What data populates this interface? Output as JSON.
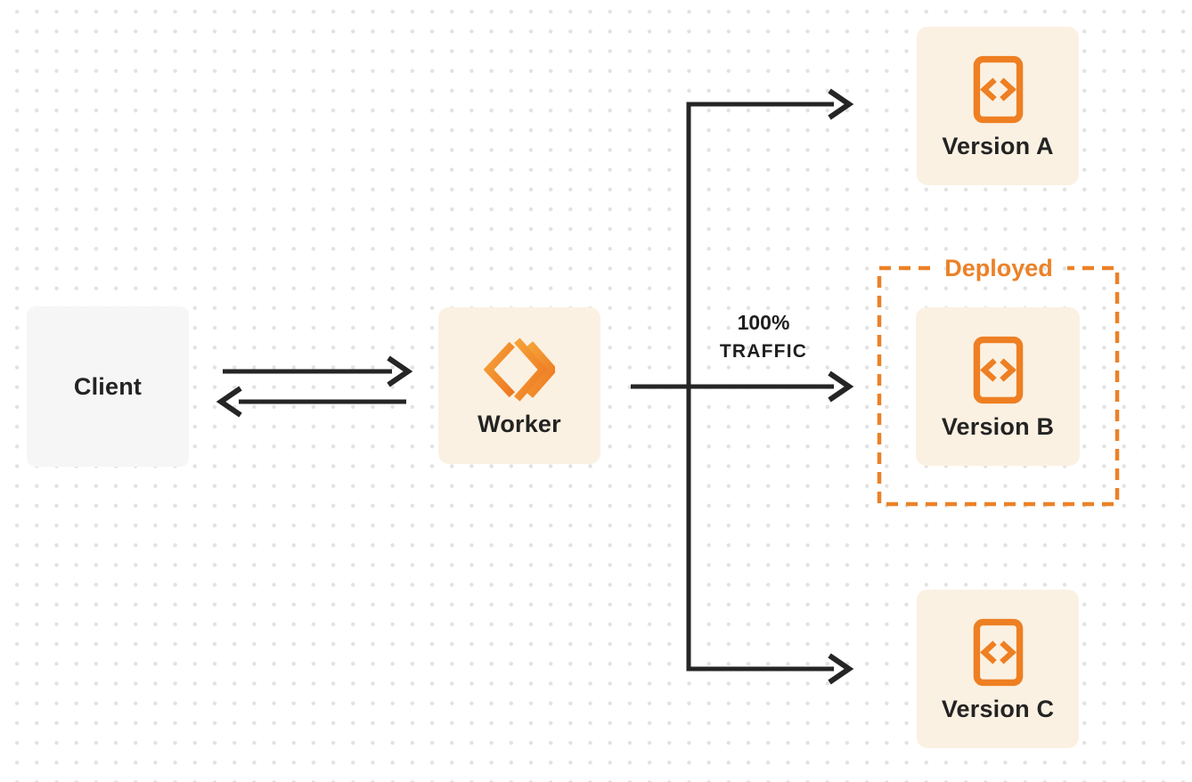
{
  "diagram": {
    "title_hint": "worker-traffic-routing-diagram",
    "client": {
      "label": "Client"
    },
    "worker": {
      "label": "Worker",
      "icon": "worker-chevrons-icon"
    },
    "versions": [
      {
        "label": "Version A",
        "icon": "code-document-icon"
      },
      {
        "label": "Version B",
        "icon": "code-document-icon",
        "deployed": true
      },
      {
        "label": "Version C",
        "icon": "code-document-icon"
      }
    ],
    "deployed_label": "Deployed",
    "traffic": {
      "line1": "100%",
      "line2": "TRAFFIC"
    },
    "colors": {
      "accent_orange": "#ec8127",
      "orange_gradient_light": "#f5a238",
      "orange_gradient_dark": "#ee7722",
      "node_cream": "#fbf1e2",
      "client_gray": "#f6f6f7",
      "arrow_dark": "#252525",
      "label_dark": "#232323",
      "dot_grid": "#e2e2e2"
    }
  }
}
